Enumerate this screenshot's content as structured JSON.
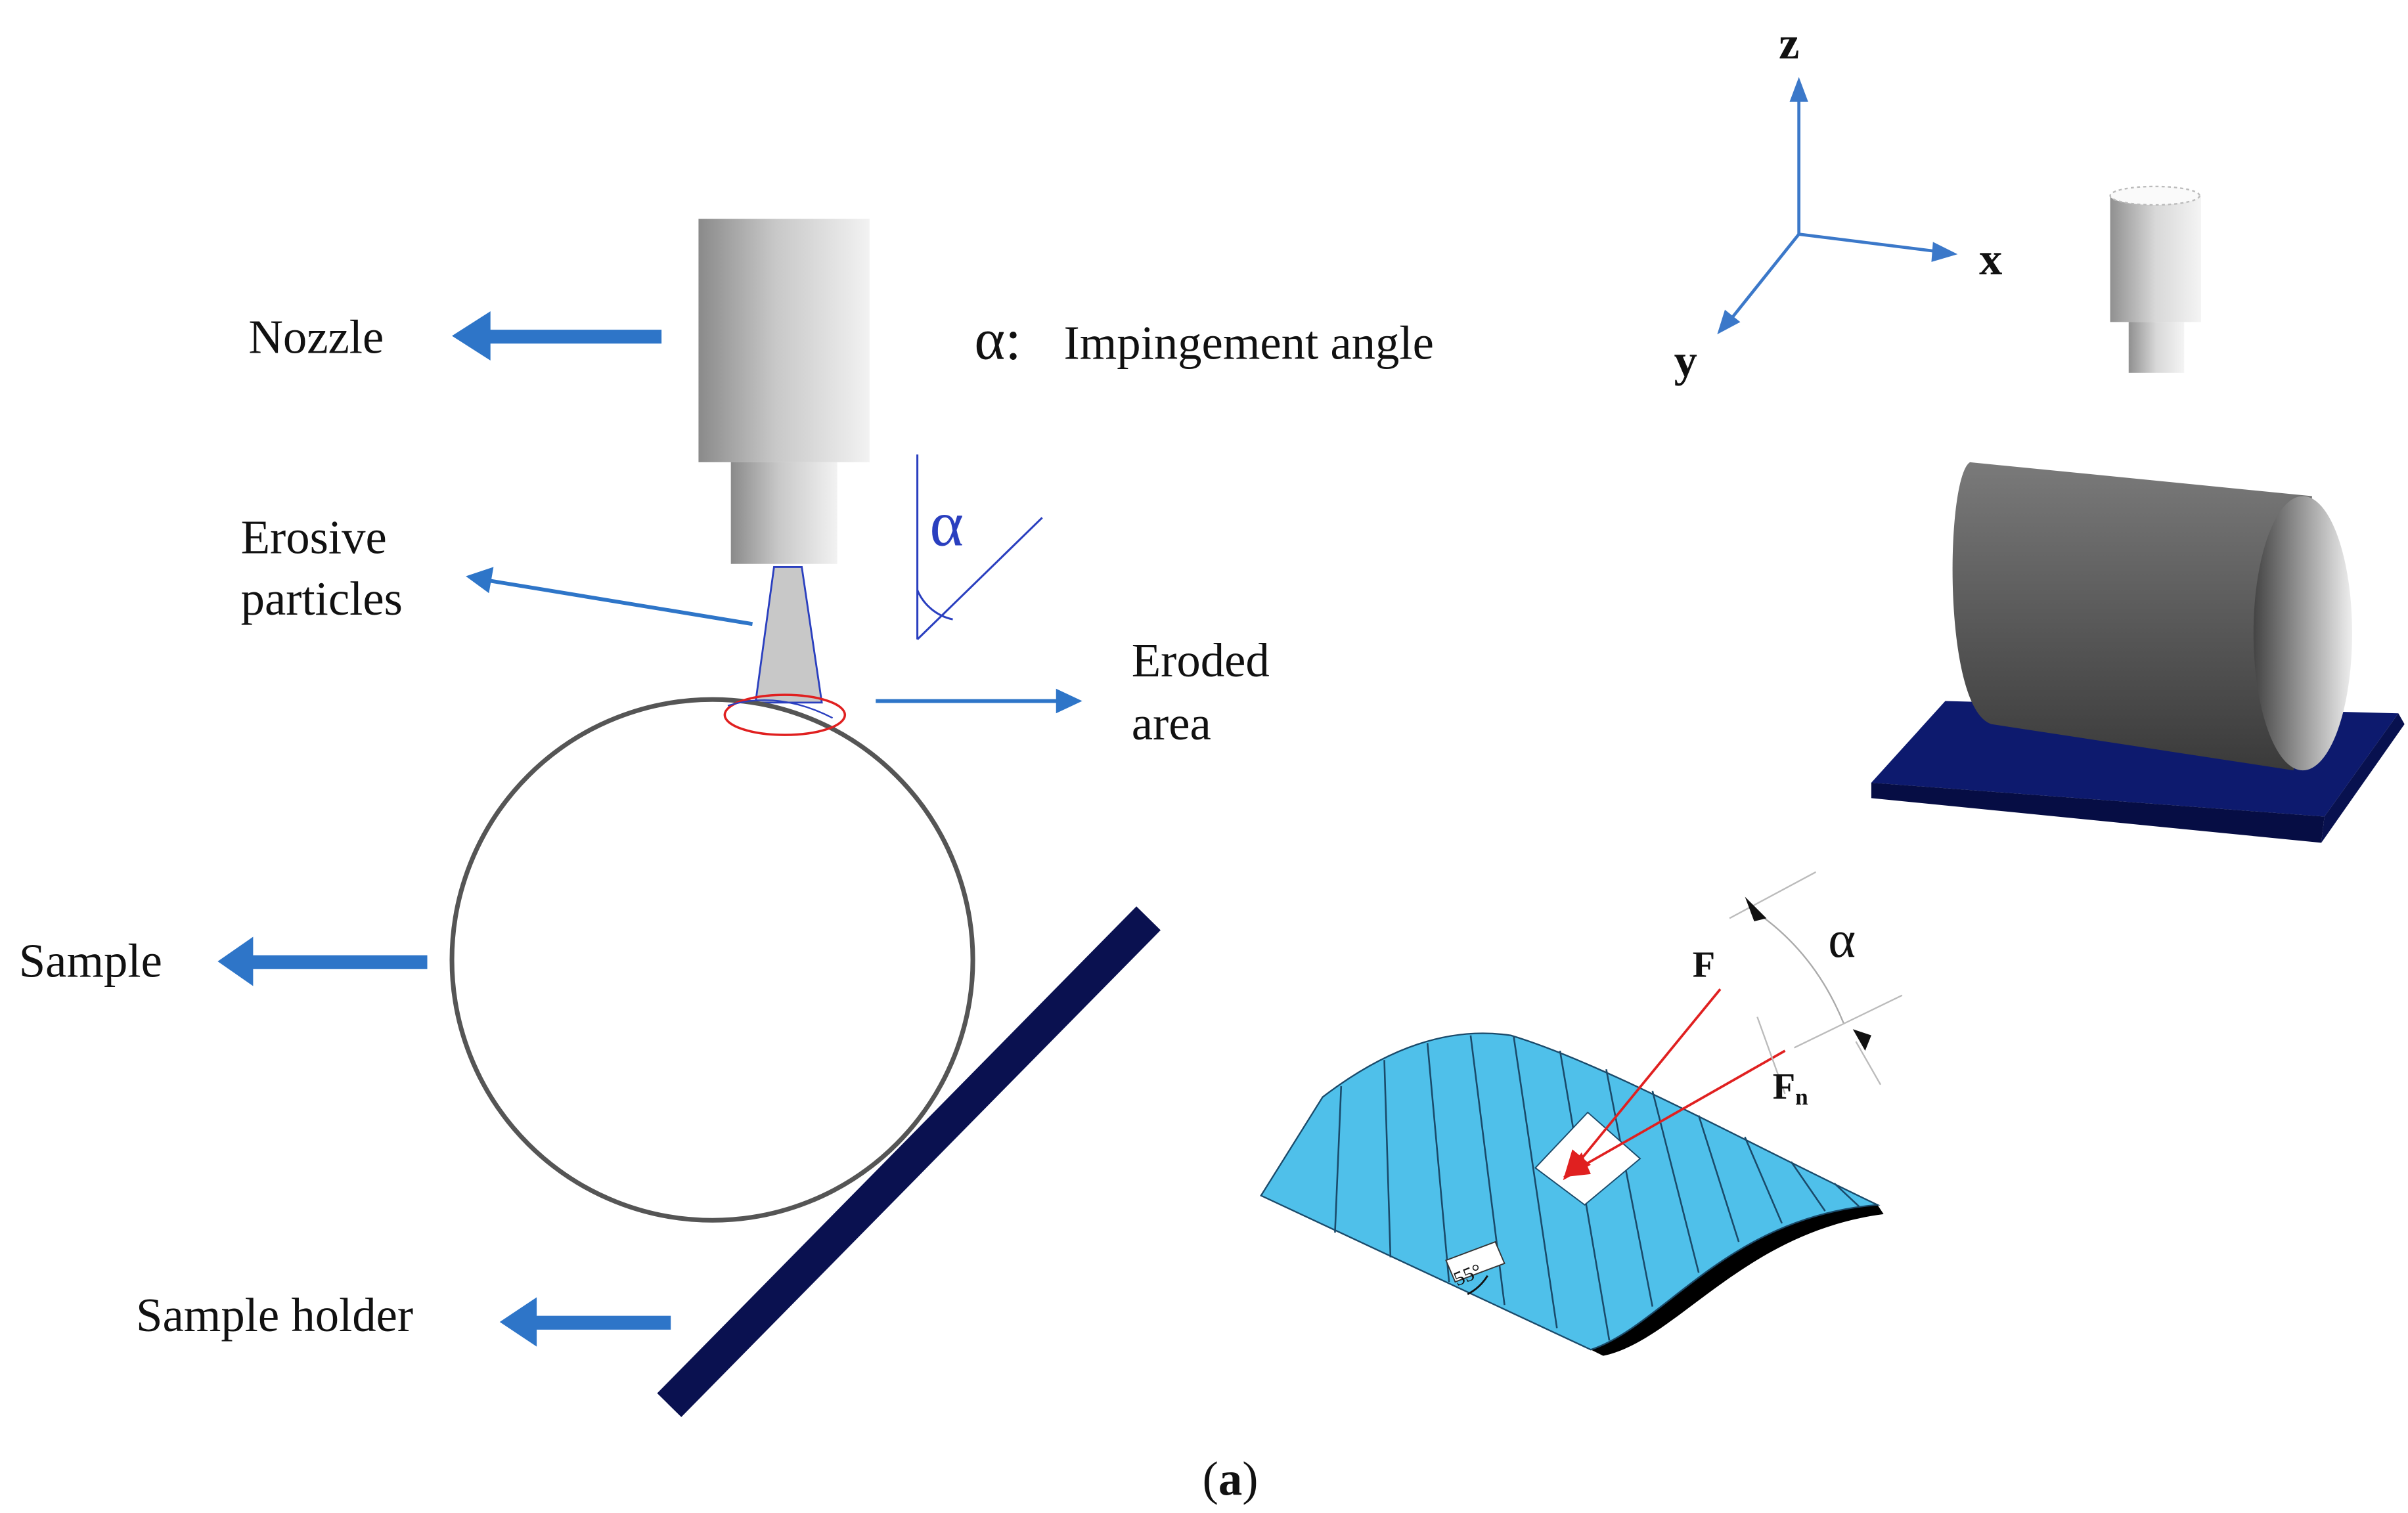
{
  "labels": {
    "nozzle": "Nozzle",
    "erosive_line1": "Erosive",
    "erosive_line2": "particles",
    "eroded_line1": "Eroded",
    "eroded_line2": "area",
    "sample": "Sample",
    "sample_holder": "Sample holder",
    "alpha_legend_symbol": "α:",
    "alpha_legend_text": "Impingement angle",
    "alpha_angle": "α",
    "axis_z": "z",
    "axis_x": "x",
    "axis_y": "y",
    "force_f": "F",
    "force_fn_main": "F",
    "force_fn_sub": "n",
    "alpha_force": "α",
    "angle_55": "55°",
    "caption_open": "(",
    "caption_letter": "a",
    "caption_close": ")"
  },
  "colors": {
    "arrow_blue": "#2e75c8",
    "holder_navy": "#0a1150",
    "sample_outline": "#555555",
    "eroded_red": "#e02020",
    "surface_cyan": "#4fc0ea",
    "force_red": "#e02020",
    "axis_blue": "#3b78c9",
    "base_plate": "#0d1a6e"
  }
}
